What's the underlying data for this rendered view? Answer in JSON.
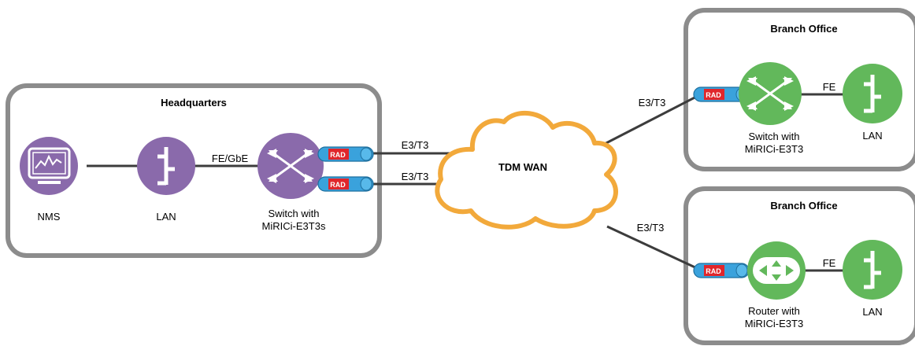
{
  "headquarters": {
    "title": "Headquarters",
    "nms_label": "NMS",
    "lan_label": "LAN",
    "link_label": "FE/GbE",
    "switch_label_line1": "Switch with",
    "switch_label_line2": "MiRICi-E3T3s"
  },
  "wan": {
    "label": "TDM WAN",
    "hq_link1": "E3/T3",
    "hq_link2": "E3/T3",
    "branch1_link": "E3/T3",
    "branch2_link": "E3/T3"
  },
  "branch1": {
    "title": "Branch Office",
    "link_label": "FE",
    "device_label_line1": "Switch with",
    "device_label_line2": "MiRICi-E3T3",
    "lan_label": "LAN"
  },
  "branch2": {
    "title": "Branch Office",
    "link_label": "FE",
    "device_label_line1": "Router with",
    "device_label_line2": "MiRICi-E3T3",
    "lan_label": "LAN"
  },
  "module_text": "RAD",
  "colors": {
    "hq_purple": "#8a6aab",
    "branch_green": "#62b85b",
    "cloud_orange": "#f2a93b",
    "module_blue": "#3aa2dc",
    "module_red": "#e0262b",
    "frame_gray": "#8c8c8c",
    "line_dark": "#3c3c3c"
  },
  "icons": [
    "monitor-icon",
    "lan-bus-icon",
    "switch-arrows-icon",
    "router-arrows-icon",
    "sfp-module-icon",
    "cloud-icon"
  ]
}
